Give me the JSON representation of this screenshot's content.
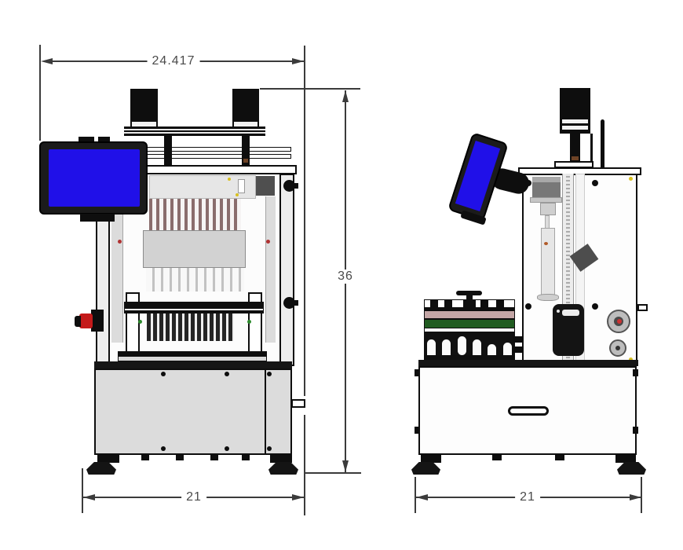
{
  "drawing": {
    "description": "two-view engineering drawing of benchtop automated instrument",
    "dimensions": {
      "overall_width_label": "24.417",
      "overall_height_label": "36",
      "front_base_width_label": "21",
      "side_base_width_label": "21"
    },
    "colors": {
      "screen_blue": "#2010e8",
      "estop_red": "#c41a1a",
      "syringe_maroon": "#8a6d6d",
      "tray_pink": "#c4a6a6",
      "tray_green": "#215c21",
      "led_green": "#2e8b2e",
      "roller_red": "#cc3333",
      "screw_yellow": "#d8c020",
      "dimension_line_gray": "#3b3b3b"
    }
  }
}
